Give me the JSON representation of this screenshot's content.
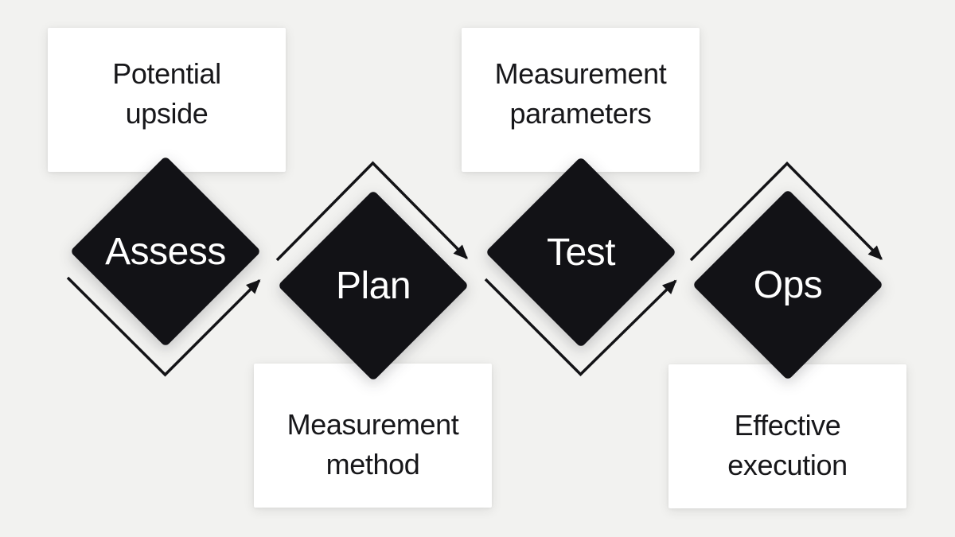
{
  "diagram": {
    "description": "Zigzag process flow with four diamond steps and four annotation cards",
    "flow_direction": "left-to-right"
  },
  "colors": {
    "background": "#f2f2f0",
    "diamond_fill": "#121216",
    "diamond_text": "#ffffff",
    "card_fill": "#ffffff",
    "card_text": "#17171a",
    "arrow": "#131316"
  },
  "steps": [
    {
      "label": "Assess"
    },
    {
      "label": "Plan"
    },
    {
      "label": "Test"
    },
    {
      "label": "Ops"
    }
  ],
  "cards": [
    {
      "lines": [
        "Potential",
        "upside"
      ]
    },
    {
      "lines": [
        "Measurement",
        "parameters"
      ]
    },
    {
      "lines": [
        "Measurement",
        "method"
      ]
    },
    {
      "lines": [
        "Effective",
        "execution"
      ]
    }
  ]
}
